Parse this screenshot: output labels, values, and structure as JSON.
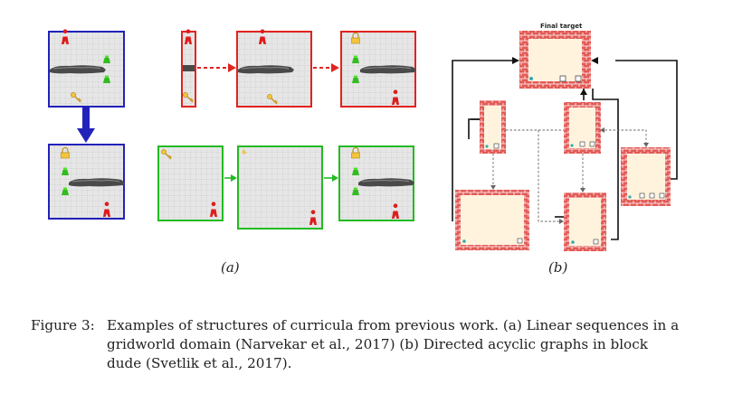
{
  "figure": {
    "panel_a_label": "(a)",
    "panel_b_label": "(b)",
    "final_target_label": "Final target",
    "colors": {
      "blue_frame": "#2222bb",
      "red_frame": "#e0241f",
      "green_frame": "#22bb22",
      "grid_fill": "#e6e6e6",
      "grid_line": "#9a9a9a",
      "brick": "#e35b56",
      "room_fill": "#fff3de"
    },
    "icons": [
      "person-icon",
      "key-icon",
      "lock-icon",
      "pit-icon",
      "beacon-icon",
      "block-icon",
      "door-icon"
    ]
  },
  "caption": {
    "label": "Figure 3:",
    "text": "Examples of structures of curricula from previous work. (a) Linear sequences in a gridworld domain (Narvekar et al., 2017) (b) Directed acyclic graphs in block dude (Svetlik et al., 2017)."
  }
}
